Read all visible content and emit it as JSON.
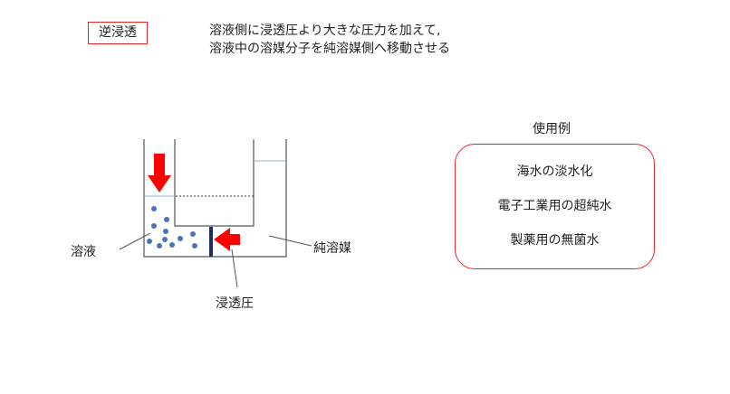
{
  "title": "逆浸透",
  "description": {
    "line1": "溶液側に浸透圧より大きな圧力を加えて,",
    "line2": "溶液中の溶媒分子を純溶媒側へ移動させる"
  },
  "labels": {
    "solution": "溶液",
    "pure_solvent": "純溶媒",
    "osmotic_pressure": "浸透圧"
  },
  "examples": {
    "heading": "使用例",
    "items": [
      "海水の淡水化",
      "電子工業用の超純水",
      "製薬用の無菌水"
    ]
  },
  "colors": {
    "accent": "#e8262a",
    "arrow": "#ff0000",
    "particle": "#4a74c0",
    "water_line": "#8fb3d6",
    "membrane": "#1f2a6b"
  }
}
